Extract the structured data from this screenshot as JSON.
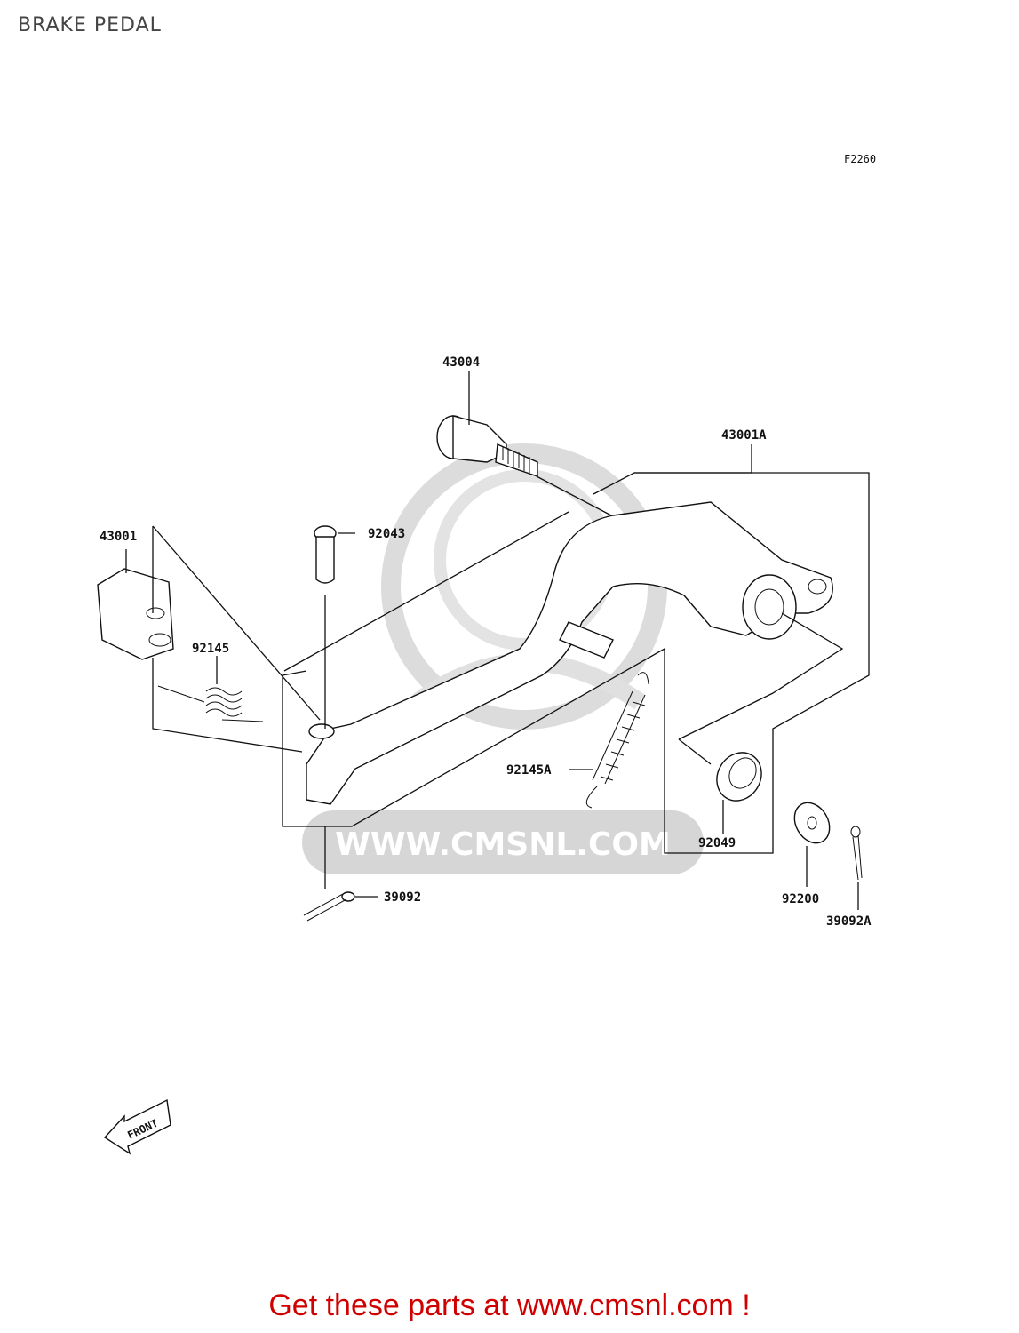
{
  "page": {
    "title": "BRAKE PEDAL",
    "figure_code": "F2260"
  },
  "parts": [
    {
      "id": "p43004",
      "number": "43004"
    },
    {
      "id": "p43001A",
      "number": "43001A"
    },
    {
      "id": "p43001",
      "number": "43001"
    },
    {
      "id": "p92043",
      "number": "92043"
    },
    {
      "id": "p92145",
      "number": "92145"
    },
    {
      "id": "p92145A",
      "number": "92145A"
    },
    {
      "id": "p92049",
      "number": "92049"
    },
    {
      "id": "p39092",
      "number": "39092"
    },
    {
      "id": "p92200",
      "number": "92200"
    },
    {
      "id": "p39092A",
      "number": "39092A"
    }
  ],
  "watermark": {
    "text": "WWW.CMSNL.COM"
  },
  "front_arrow": {
    "label": "FRONT"
  },
  "footer": {
    "text": "Get these parts at www.cmsnl.com !",
    "color": "#d10000"
  }
}
